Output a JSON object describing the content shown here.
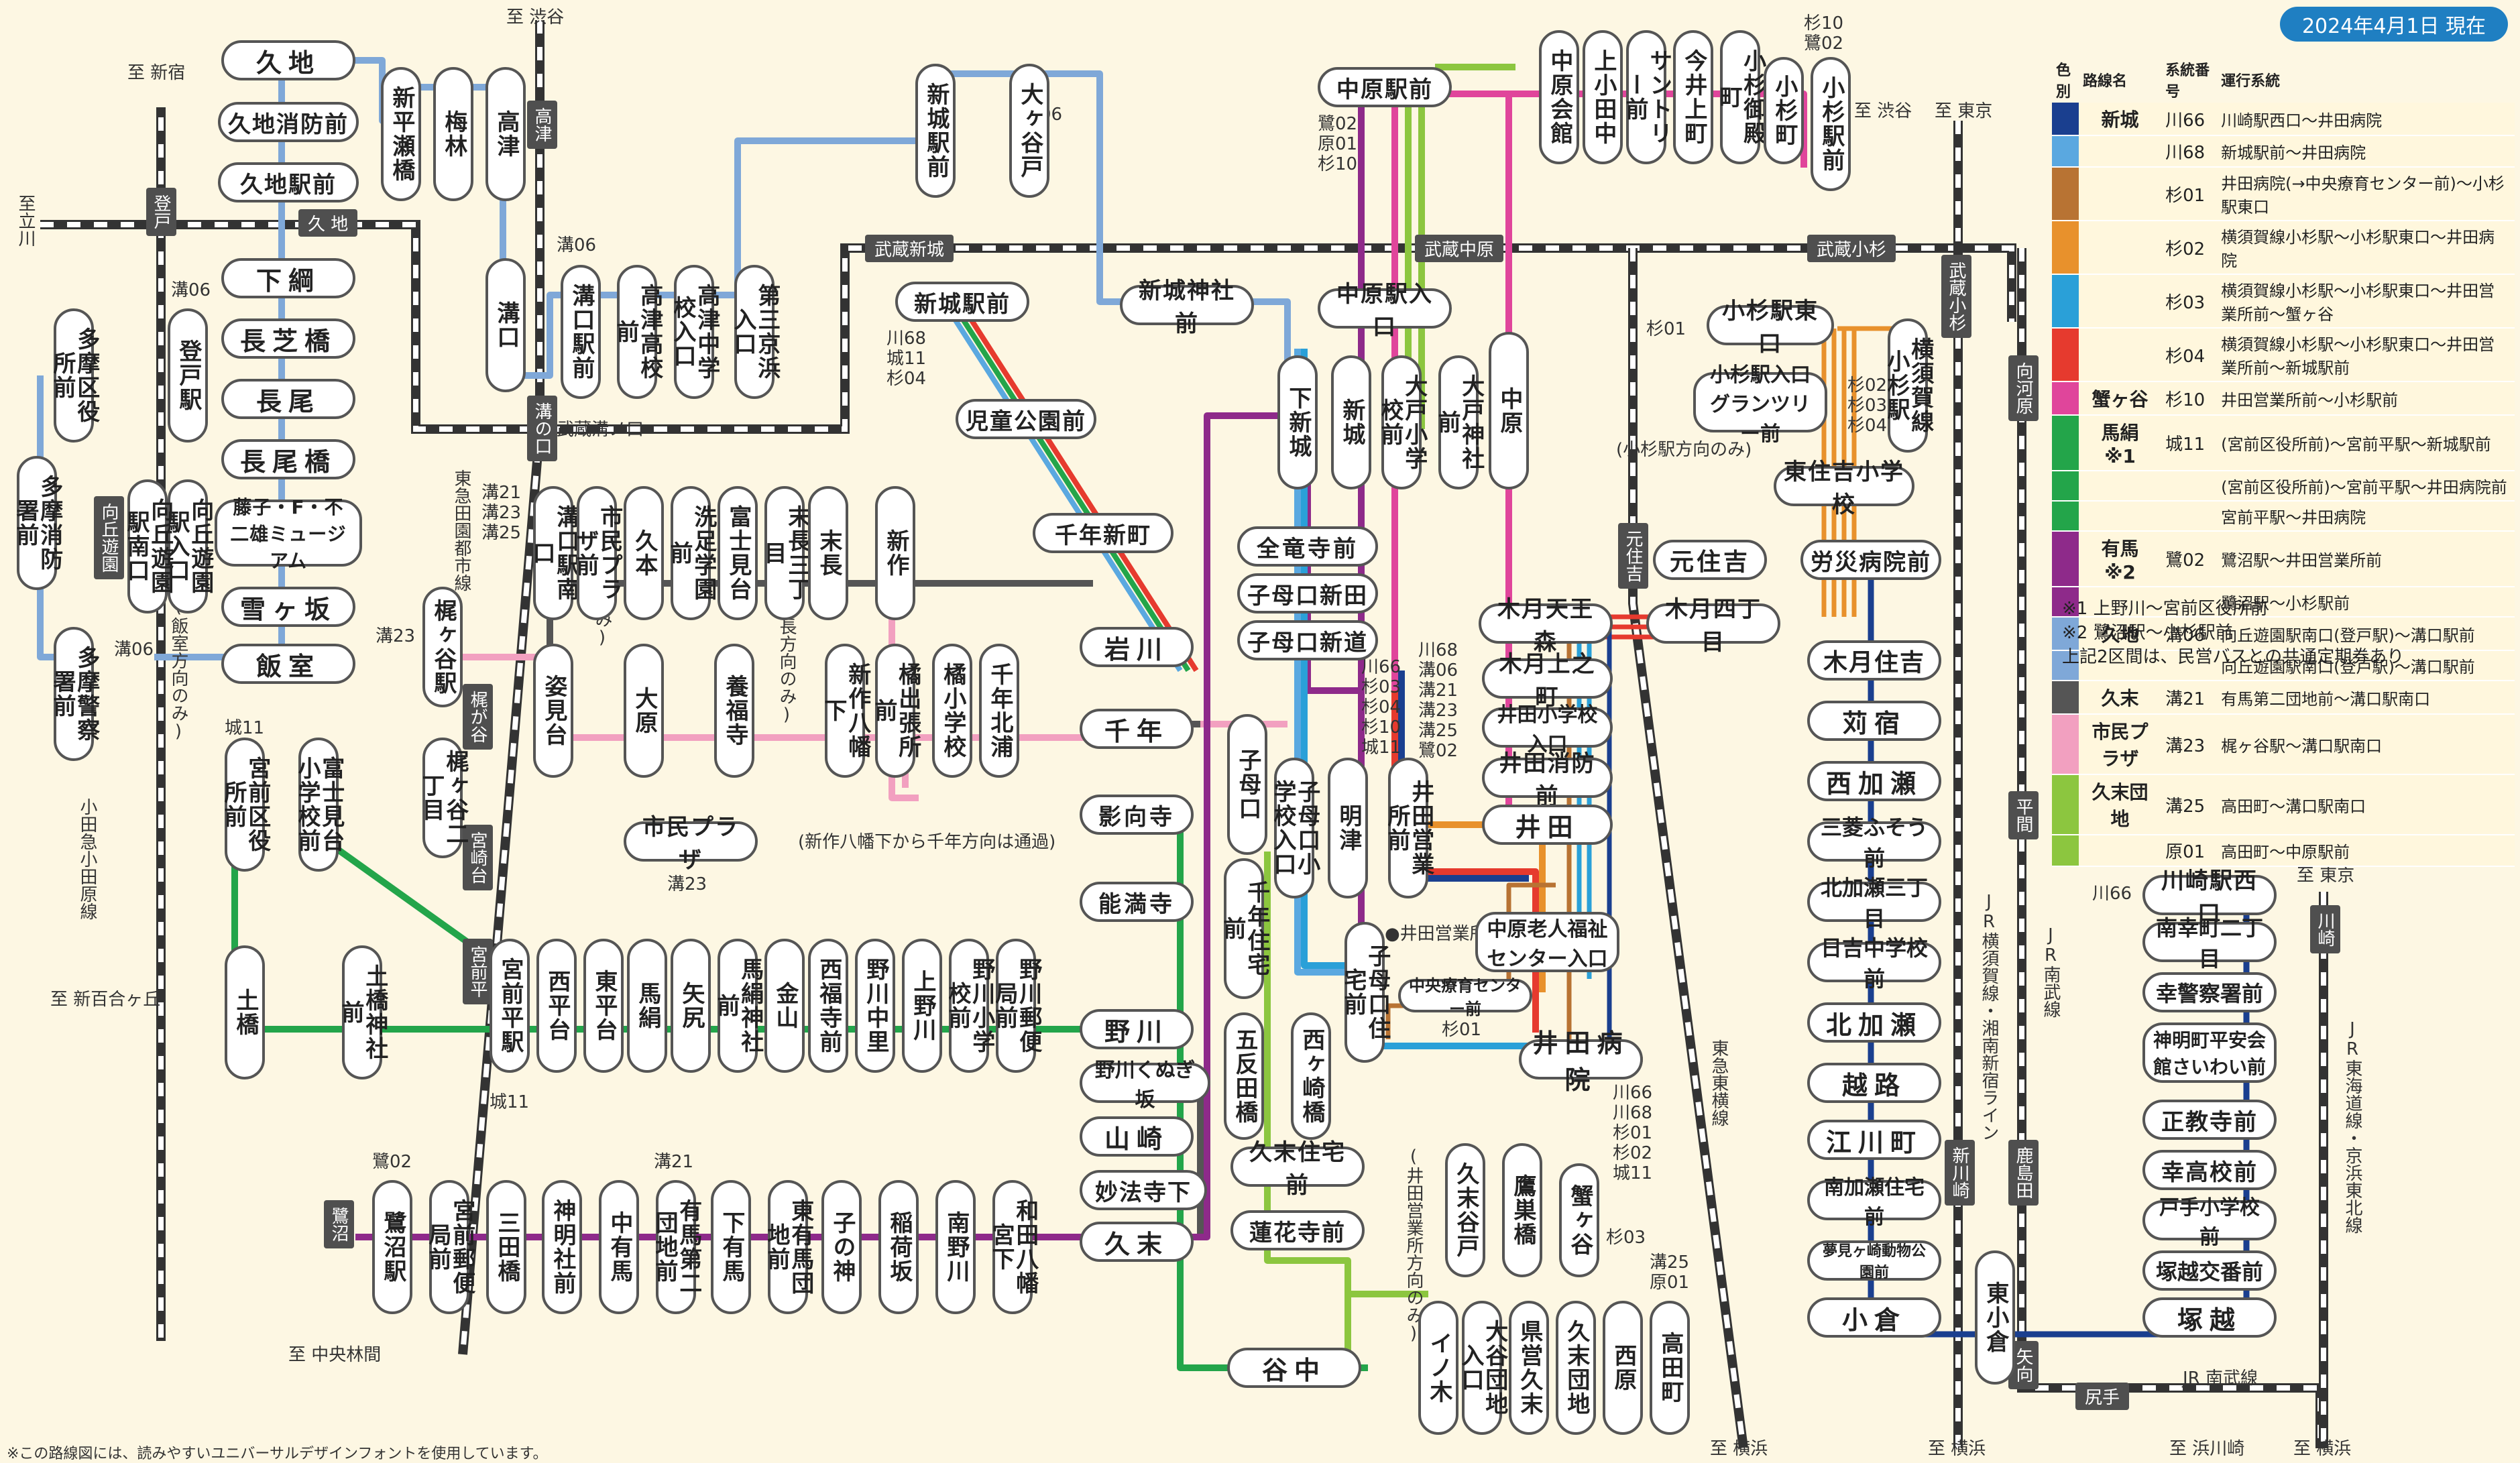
{
  "date_badge": "2024年4月1日 現在",
  "stops": {
    "kuji": "久地",
    "kuji_shobo": "久地消防前",
    "kuji_eki": "久地駅前",
    "shimotsuna": "下綱",
    "nagashiba": "長芝橋",
    "nagao": "長尾",
    "nagaobashi": "長尾橋",
    "fujiko": "藤子・F・不二雄ミュージアム",
    "yukigasaka": "雪ヶ坂",
    "iimuro": "飯室",
    "shinhirase": "新平瀬橋",
    "umebayashi": "梅林",
    "takatsu": "高津",
    "mizonokuchi": "溝口",
    "shinjo_eki": "新城駅前",
    "okagayato": "大ヶ谷戸",
    "mizoguchi_eki": "溝口駅前",
    "takatsu_koko": "高津高校前",
    "takatsu_chugaku": "高津中学校入口",
    "daisan_keihin": "第三京浜入口",
    "tamaku": "多摩区役所前",
    "tama_shobo": "多摩消防署前",
    "tama_keisatsu": "多摩警察署前",
    "noborito": "登戸駅",
    "mukaigaoka_nyuguchi": "向丘遊園駅入口",
    "mukaigaoka_minami": "向丘遊園駅南口",
    "mizoguchi_minami": "溝口駅南口",
    "shimin_plaza_mae": "市民プラザ前",
    "kumoto": "久本",
    "senzoku": "洗足学園前",
    "fujimidai": "富士見台",
    "suenaga3": "末長三丁目",
    "suenaga": "末長",
    "shinsaku": "新作",
    "kajigaya": "梶ヶ谷駅",
    "kajigaya2": "梶ヶ谷二丁目",
    "sugamidai": "姿見台",
    "ohara": "大原",
    "yofukuji": "養福寺",
    "shimin_plaza": "市民プラザ",
    "shinsaku8": "新作八幡下",
    "tachibana_shutchosho": "橘出張所前",
    "tachibana_sho": "橘小学校",
    "chitose_kitaura": "千年北浦",
    "shinjo_eki2": "新城駅前",
    "jidokoen": "児童公園前",
    "chitose_shinmachi": "千年新町",
    "iwakawa": "岩川",
    "chitose": "千年",
    "yogoji": "影向寺",
    "nomanji": "能満寺",
    "nogawa": "野川",
    "nogawa_kunugi": "野川くぬぎ坂",
    "yamazaki": "山崎",
    "myohoji": "妙法寺下",
    "kusue": "久末",
    "shinjo_jinja": "新城神社前",
    "shimo_shinjo": "下新城",
    "shinjo": "新城",
    "zenryoji": "全竜寺前",
    "koboguchi_shinden": "子母口新田",
    "koboguchi_shindo": "子母口新道",
    "koboguchi": "子母口",
    "koboguchi_sho": "子母口小学校入口",
    "myotsu": "明津",
    "ida_eigyosho": "井田営業所前",
    "koboguchi_jutaku": "子母口住宅前",
    "chitose_jutaku": "千年住宅前",
    "gotanda": "五反田橋",
    "nishigasaki": "西ヶ崎橋",
    "kusue_jutaku": "久末住宅前",
    "rengeji": "蓮花寺前",
    "yanaka": "谷中",
    "nakahara_eki": "中原駅前",
    "nakahara_kaikan": "中原会館",
    "kamiodanaka": "上小田中",
    "suntory": "サントリー前",
    "imaimachi": "今井上町",
    "kosugi_goten": "小杉御殿町",
    "kosugimachi": "小杉町",
    "kosugi_eki": "小杉駅前",
    "nakahara_iriguchi": "中原駅入口",
    "ooto_sho": "大戸小学校前",
    "ooto_jinja": "大戸神社前",
    "nakahara": "中原",
    "kosugi_higashi": "小杉駅東口",
    "yokosuka_kosugi": "横須賀線小杉駅",
    "kosugi_grantree": "小杉駅入口グランツリー前",
    "higashi_sumiyoshi": "東住吉小学校",
    "motosumiyoshi": "元住吉",
    "rosai": "労災病院前",
    "kizuki_tenjin": "木月天王森",
    "kizuki_shi": "木月四丁目",
    "kizuki_ue": "木月上之町",
    "ida_sho": "井田小学校入口",
    "ida_shobo": "井田消防前",
    "ida": "井田",
    "chuo_ryoiku": "中央療育センター前",
    "rojin": "中原老人福祉センター入口",
    "ida_byoin": "井田病院",
    "kizuki_sumiyoshi": "木月住吉",
    "karijuku": "苅宿",
    "nishi_kase": "西加瀬",
    "mitsuwa": "三菱ふそう前",
    "kitakase3": "北加瀬三丁目",
    "hiyoshi_chu": "日吉中学校前",
    "kitakase": "北加瀬",
    "koshiji": "越路",
    "egawa": "江川町",
    "minami_kase_jutaku": "南加瀬住宅前",
    "yumemigasaki": "夢見ヶ崎動物公園前",
    "ogura": "小倉",
    "higashi_ogura": "東小倉",
    "kawasaki_nishi": "川崎駅西口",
    "nankoo": "南幸町二丁目",
    "saiwai_keisatsu": "幸警察署前",
    "shinmei": "神明町平安会館さいわい前",
    "shogyoji": "正教寺前",
    "saiwai_koko": "幸高校前",
    "tote_sho": "戸手小学校前",
    "tsukagoshi_kosaten": "塚越交番前",
    "tsukagoshi": "塚越",
    "miyamae_kuyakusho": "宮前区役所前",
    "fujimidai_sho": "富士見台小学校前",
    "tsuchihashi": "土橋",
    "tsuchihashi_jinja": "土橋神社前",
    "miyamaedaira": "宮前平駅",
    "nishihiradai": "西平台",
    "higashihiradai": "東平台",
    "umaginu": "馬絹",
    "yajiri": "矢尻",
    "umaginu_jinja": "馬絹神社前",
    "kinzan": "金山",
    "saifukuji": "西福寺前",
    "nogawa_naka": "野川中里",
    "kaminogawa": "上野川",
    "nogawa_sho": "野川小学校前",
    "nogawa_post": "野川郵便局前",
    "saginuma": "鷺沼駅",
    "miyamae_post": "宮前郵便局前",
    "mitahashi": "三田橋",
    "shinmei_jinja": "神明社前",
    "naka_arima": "中有馬",
    "arima_danchi2": "有馬第二団地前",
    "shimo_arima": "下有馬",
    "higashi_arima": "東有馬団地前",
    "nenokami": "子の神",
    "inarizaka": "稲荷坂",
    "minami_nogawa": "南野川",
    "wada_hachiman": "和田八幡宮下",
    "kusue_yato": "久末谷戸",
    "takasu": "鷹巣橋",
    "kanigaya": "蟹ヶ谷",
    "inoki": "イノ木",
    "oto_danchi": "大谷団地入口",
    "kenei_kusue": "県営久末",
    "kusue_danchi": "久末団地",
    "nishihara": "西原",
    "takadamachi": "高田町"
  },
  "rail_labels": {
    "kuji_sta": "久 地",
    "noborito_sta": "登戸",
    "mizonokuchi_sta": "溝の口",
    "musashi_mizonokuchi": "武蔵溝ノ口",
    "takatsu_sta": "高津",
    "musashi_shinjo": "武蔵新城",
    "musashi_nakahara": "武蔵中原",
    "musashi_kosugi": "武蔵小杉",
    "musashi_kosugi_v": "武蔵小杉",
    "mukogaoka": "向丘遊園",
    "kajigaya_sta": "梶が谷",
    "miyazakidai": "宮崎台",
    "miyamaedaira_sta": "宮前平",
    "saginuma_sta": "鷺沼",
    "motosumiyoshi_sta": "元住吉",
    "mukaigawara": "向河原",
    "hirama": "平間",
    "shinkawasaki": "新川崎",
    "kashimada": "鹿島田",
    "shiriteh": "尻手",
    "yako": "矢向",
    "kawasaki": "川崎"
  },
  "labels": {
    "to_shinjuku": "至 新宿",
    "to_shibuya1": "至 渋谷",
    "to_tachikawa": "至立川",
    "to_shibuya2": "至 渋谷",
    "to_tokyo1": "至 東京",
    "to_tokyo2": "至 東京",
    "to_shinyurigaoka": "至 新百合ヶ丘",
    "to_chuo_rinkan": "至 中央林間",
    "to_yokohama1": "至 横浜",
    "to_yokohama2": "至 横浜",
    "to_yokohama3": "至 横浜",
    "to_hamakawasaki": "至 浜川崎",
    "odakyu": "小田急小田原線",
    "denentoshi": "東急田園都市線",
    "toyoko": "東急東横線",
    "jr_yokosuka": "JR横須賀線・湘南新宿ライン",
    "jr_nanbu": "JR南武線",
    "jr_tokaido": "JR東海道線・京浜東北線",
    "jr_nanbu_h": "JR 南武線",
    "r_mizo06a": "溝06",
    "r_mizo06b": "溝06",
    "r_mizo06c": "溝06",
    "r_mizo06d": "溝06",
    "r_kajigaya_group": "溝21 溝23 溝25",
    "r_mizo23": "溝23",
    "r_mizo23b": "溝23",
    "r_shiro11": "城11",
    "r_shiro11b": "城11",
    "r_sagi02": "鷺02",
    "r_mizo21": "溝21",
    "r_shinjo_group": "川68 城11 杉04",
    "r_shinjo_ekimae": "鷺02 原01 杉10",
    "r_sugi10_sagi02": "杉10 鷺02",
    "r_sugi01": "杉01",
    "r_kosugi_group": "杉02 杉03 杉04",
    "r_center_group1": "川66 杉03 杉04 杉10 城11",
    "r_center_group2": "川68 溝06 溝21 溝23 溝25 鷺02",
    "r_ida_byoin": "川66 川68 杉01 杉02 城11",
    "r_sugi03": "杉03",
    "r_mizo25_hara01": "溝25 原01",
    "r_kawa66": "川66",
    "r_sugi01b": "杉01",
    "note_kumoto": "(末長方向のみ)",
    "note_suenaga": "(末長方向のみ)",
    "note_iimuro": "(飯室方向のみ)",
    "note_shinsaku": "(新作八幡下から千年方向は通過)",
    "note_kosugi": "(小杉駅方向のみ)",
    "note_ida_eigyosho": "●井田営業所",
    "note_kusue_yato": "(井田営業所方向のみ)"
  },
  "legend": {
    "headers": [
      "色別",
      "路線名",
      "系統番号",
      "運行系統"
    ],
    "rows": [
      {
        "group": "新城",
        "color": "#1a3f8f",
        "code": "川66",
        "route": "川崎駅西口〜井田病院"
      },
      {
        "group": "",
        "color": "#5aa8e0",
        "code": "川68",
        "route": "新城駅前〜井田病院"
      },
      {
        "group": "",
        "color": "#b87333",
        "code": "杉01",
        "route": "井田病院(→中央療育センター前)〜小杉駅東口"
      },
      {
        "group": "",
        "color": "#e8912c",
        "code": "杉02",
        "route": "横須賀線小杉駅〜小杉駅東口〜井田病院"
      },
      {
        "group": "",
        "color": "#2aa0d8",
        "code": "杉03",
        "route": "横須賀線小杉駅〜小杉駅東口〜井田営業所前〜蟹ヶ谷"
      },
      {
        "group": "",
        "color": "#e63a2e",
        "code": "杉04",
        "route": "横須賀線小杉駅〜小杉駅東口〜井田営業所前〜新城駅前"
      },
      {
        "group": "蟹ヶ谷",
        "color": "#e0459b",
        "code": "杉10",
        "route": "井田営業所前〜小杉駅前"
      },
      {
        "group": "馬絹 ※1",
        "color": "#23a54a",
        "code": "城11",
        "route": "(宮前区役所前)〜宮前平駅〜新城駅前"
      },
      {
        "group": "",
        "color": "#23a54a",
        "code": "",
        "route": "(宮前区役所前)〜宮前平駅〜井田病院前"
      },
      {
        "group": "",
        "color": "#23a54a",
        "code": "",
        "route": "宮前平駅〜井田病院"
      },
      {
        "group": "有馬 ※2",
        "color": "#8e2a8a",
        "code": "鷺02",
        "route": "鷺沼駅〜井田営業所前"
      },
      {
        "group": "",
        "color": "#8e2a8a",
        "code": "",
        "route": "鷺沼駅〜小杉駅前"
      },
      {
        "group": "久地",
        "color": "#7fa8d8",
        "code": "溝06",
        "route": "向丘遊園駅南口(登戸駅)〜溝口駅前"
      },
      {
        "group": "",
        "color": "#7fa8d8",
        "code": "",
        "route": "向丘遊園駅南口(登戸駅)〜溝口駅前"
      },
      {
        "group": "久末",
        "color": "#555555",
        "code": "溝21",
        "route": "有馬第二団地前〜溝口駅南口"
      },
      {
        "group": "市民プラザ",
        "color": "#f2a0c0",
        "code": "溝23",
        "route": "梶ヶ谷駅〜溝口駅南口"
      },
      {
        "group": "久末団地",
        "color": "#8cc63f",
        "code": "溝25",
        "route": "高田町〜溝口駅南口"
      },
      {
        "group": "",
        "color": "#8cc63f",
        "code": "原01",
        "route": "高田町〜中原駅前"
      }
    ],
    "notes": [
      "※1 上野川〜宮前区役所前",
      "※2 鷺沼駅〜小杉駅前",
      "上記2区間は、民営バスとの共通定期券あり"
    ]
  },
  "footnote": "※この路線図には、読みやすいユニバーサルデザインフォントを使用しています。"
}
